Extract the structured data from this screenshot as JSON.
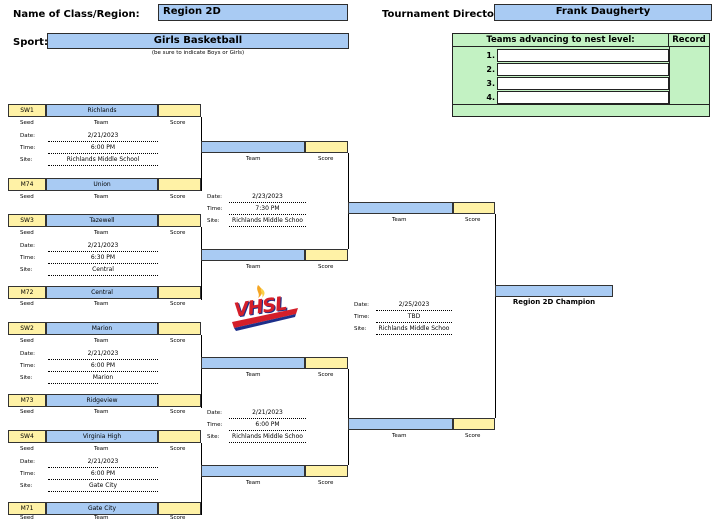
{
  "header": {
    "class_label": "Name of Class/Region:",
    "class_value": "Region 2D",
    "director_label": "Tournament Director:",
    "director_value": "Frank Daugherty",
    "sport_label": "Sport:",
    "sport_value": "Girls Basketball",
    "sport_note": "(be sure to indicate Boys or Girls)"
  },
  "advancing": {
    "title": "Teams advancing to nest level:",
    "record_label": "Record",
    "rows": [
      "1.",
      "2.",
      "3.",
      "4."
    ]
  },
  "labels": {
    "seed": "Seed",
    "team": "Team",
    "score": "Score",
    "date": "Date:",
    "time": "Time:",
    "site": "Site:"
  },
  "round1": [
    {
      "top_seed": "SW1",
      "top_team": "Richlands",
      "date": "2/21/2023",
      "time": "6:00 PM",
      "site": "Richlands Middle School",
      "bot_seed": "M74",
      "bot_team": "Union"
    },
    {
      "top_seed": "SW3",
      "top_team": "Tazewell",
      "date": "2/21/2023",
      "time": "6:30 PM",
      "site": "Central",
      "bot_seed": "M72",
      "bot_team": "Central"
    },
    {
      "top_seed": "SW2",
      "top_team": "Marion",
      "date": "2/21/2023",
      "time": "6:00 PM",
      "site": "Marion",
      "bot_seed": "M73",
      "bot_team": "Ridgeview"
    },
    {
      "top_seed": "SW4",
      "top_team": "Virginia High",
      "date": "2/21/2023",
      "time": "6:00 PM",
      "site": "Gate City",
      "bot_seed": "M71",
      "bot_team": "Gate City"
    }
  ],
  "round2": [
    {
      "date": "2/23/2023",
      "time": "7:30 PM",
      "site": "Richlands Middle Schoo"
    },
    {
      "date": "2/21/2023",
      "time": "6:00 PM",
      "site": "Richlands Middle Schoo"
    }
  ],
  "final": {
    "date": "2/25/2023",
    "time": "TBD",
    "site": "Richlands Middle Schoo"
  },
  "champion_label": "Region 2D Champion",
  "logo_text": "VHSL",
  "colors": {
    "blue": "#a9cbf3",
    "yellow": "#fff2a6",
    "green": "#c3f2c3"
  }
}
